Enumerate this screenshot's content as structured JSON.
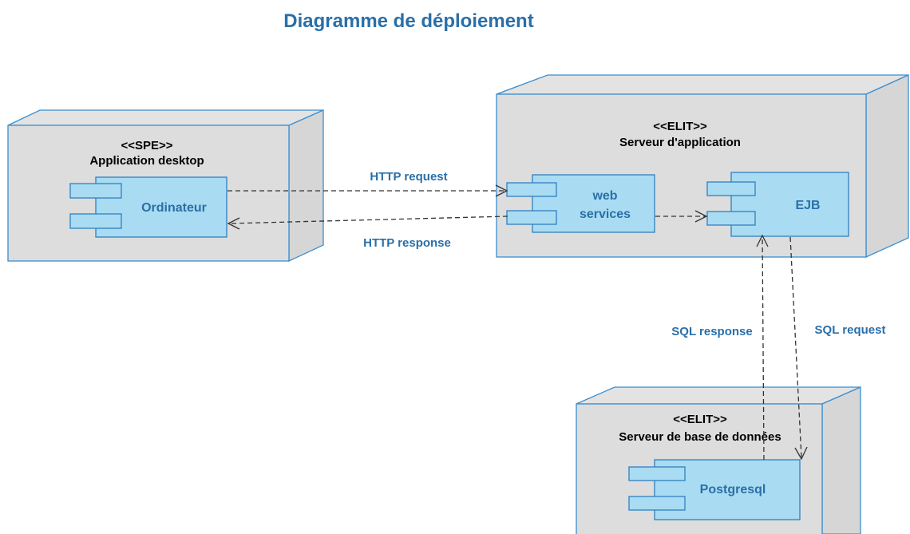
{
  "title": "Diagramme de déploiement",
  "nodes": {
    "desktop": {
      "stereotype": "<<SPE>>",
      "name": "Application desktop"
    },
    "app_server": {
      "stereotype": "<<ELIT>>",
      "name": "Serveur d'application"
    },
    "db_server": {
      "stereotype": "<<ELIT>>",
      "name": "Serveur de base de données"
    }
  },
  "components": {
    "ordinateur": "Ordinateur",
    "web_services_line1": "web",
    "web_services_line2": "services",
    "ejb": "EJB",
    "postgresql": "Postgresql"
  },
  "edges": {
    "http_request": "HTTP request",
    "http_response": "HTTP response",
    "sql_response": "SQL response",
    "sql_request": "SQL request"
  },
  "colors": {
    "accent_text": "#2a6fa8",
    "node_border": "#3a8fd0",
    "node_fill": "#dddddd",
    "component_fill": "#a9dcf2"
  }
}
